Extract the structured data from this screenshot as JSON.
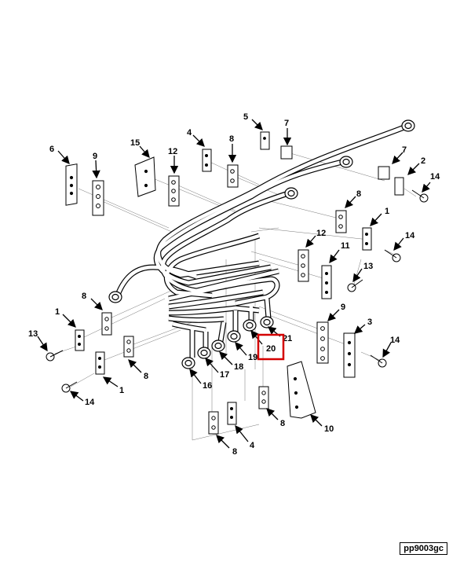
{
  "figure_id": "pp9003gc",
  "highlight_color": "#d40000",
  "highlighted_callout": "20",
  "callouts": [
    {
      "id": "c1",
      "text": "1"
    },
    {
      "id": "c2",
      "text": "1"
    },
    {
      "id": "c3",
      "text": "1"
    },
    {
      "id": "c4",
      "text": "2"
    },
    {
      "id": "c5",
      "text": "3"
    },
    {
      "id": "c6",
      "text": "4"
    },
    {
      "id": "c7",
      "text": "4"
    },
    {
      "id": "c8",
      "text": "5"
    },
    {
      "id": "c9",
      "text": "6"
    },
    {
      "id": "c10",
      "text": "7"
    },
    {
      "id": "c11",
      "text": "7"
    },
    {
      "id": "c12",
      "text": "8"
    },
    {
      "id": "c13",
      "text": "8"
    },
    {
      "id": "c14",
      "text": "8"
    },
    {
      "id": "c15",
      "text": "8"
    },
    {
      "id": "c16",
      "text": "8"
    },
    {
      "id": "c17",
      "text": "8"
    },
    {
      "id": "c18",
      "text": "9"
    },
    {
      "id": "c19",
      "text": "9"
    },
    {
      "id": "c20",
      "text": "10"
    },
    {
      "id": "c21",
      "text": "11"
    },
    {
      "id": "c22",
      "text": "12"
    },
    {
      "id": "c23",
      "text": "12"
    },
    {
      "id": "c24",
      "text": "13"
    },
    {
      "id": "c25",
      "text": "13"
    },
    {
      "id": "c26",
      "text": "14"
    },
    {
      "id": "c27",
      "text": "14"
    },
    {
      "id": "c28",
      "text": "14"
    },
    {
      "id": "c29",
      "text": "14"
    },
    {
      "id": "c30",
      "text": "15"
    },
    {
      "id": "c31",
      "text": "16"
    },
    {
      "id": "c32",
      "text": "17"
    },
    {
      "id": "c33",
      "text": "18"
    },
    {
      "id": "c34",
      "text": "19"
    },
    {
      "id": "c35",
      "text": "20"
    },
    {
      "id": "c36",
      "text": "21"
    }
  ]
}
